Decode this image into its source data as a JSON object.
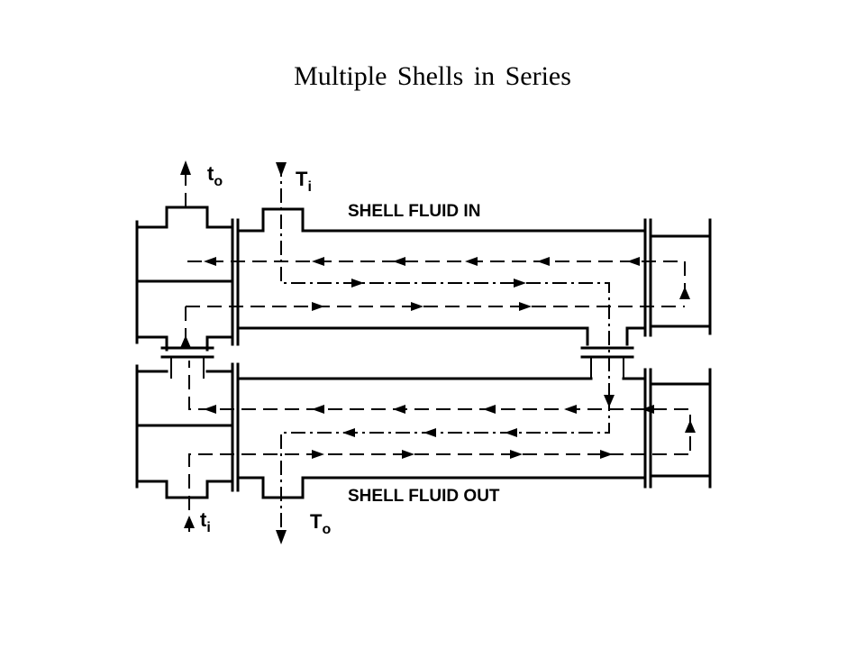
{
  "title": "Multiple Shells in Series",
  "labels": {
    "tube_out": "t",
    "tube_out_sub": "o",
    "shell_in_temp": "T",
    "shell_in_temp_sub": "i",
    "shell_fluid_in": "SHELL FLUID IN",
    "shell_fluid_out": "SHELL FLUID OUT",
    "tube_in": "t",
    "tube_in_sub": "i",
    "shell_out_temp": "T",
    "shell_out_temp_sub": "o"
  }
}
